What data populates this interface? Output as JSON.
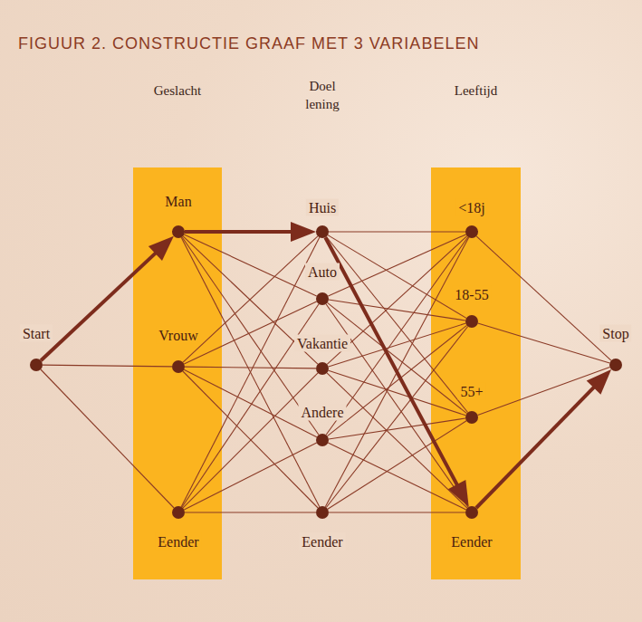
{
  "diagram": {
    "title": "FIGUUR 2. CONSTRUCTIE GRAAF MET 3 VARIABELEN",
    "nodes": [
      {
        "text": [
          "Start"
        ]
      },
      {
        "text": [
          "Geslacht"
        ]
      },
      {
        "text": [
          "Man"
        ],
        "in": 1
      },
      {
        "text": [
          "Vrouw"
        ],
        "in": 1
      },
      {
        "text": [
          "Eender"
        ],
        "in": 1
      },
      {
        "text": [
          "Huis"
        ]
      },
      {
        "text": [
          "Auto"
        ]
      },
      {
        "text": [
          "Vakantie"
        ]
      },
      {
        "text": [
          "Andere"
        ]
      },
      {
        "text": [
          "Eender"
        ]
      },
      {
        "text": [
          "Leeftijd"
        ]
      },
      {
        "text": [
          "<18j"
        ],
        "in": 10
      },
      {
        "text": [
          "18-55"
        ],
        "in": 10
      },
      {
        "text": [
          "55+"
        ],
        "in": 10
      },
      {
        "text": [
          "Eender"
        ],
        "in": 10
      },
      {
        "text": [
          "Stop"
        ]
      }
    ],
    "edges": [
      {
        "from": 0,
        "to": 2,
        "arrow": "to"
      },
      {
        "from": 0,
        "to": 3,
        "arrow": "none"
      },
      {
        "from": 0,
        "to": 4,
        "arrow": "none"
      },
      {
        "from": 2,
        "to": 5,
        "arrow": "to"
      },
      {
        "from": 2,
        "to": 6,
        "arrow": "none"
      },
      {
        "from": 2,
        "to": 7,
        "arrow": "none"
      },
      {
        "from": 2,
        "to": 8,
        "arrow": "none"
      },
      {
        "from": 2,
        "to": 9,
        "arrow": "none"
      },
      {
        "from": 3,
        "to": 5,
        "arrow": "none"
      },
      {
        "from": 3,
        "to": 6,
        "arrow": "none"
      },
      {
        "from": 3,
        "to": 7,
        "arrow": "none"
      },
      {
        "from": 3,
        "to": 8,
        "arrow": "none"
      },
      {
        "from": 3,
        "to": 9,
        "arrow": "none"
      },
      {
        "from": 4,
        "to": 5,
        "arrow": "none"
      },
      {
        "from": 4,
        "to": 6,
        "arrow": "none"
      },
      {
        "from": 4,
        "to": 7,
        "arrow": "none"
      },
      {
        "from": 4,
        "to": 8,
        "arrow": "none"
      },
      {
        "from": 4,
        "to": 9,
        "arrow": "none"
      },
      {
        "from": 5,
        "to": 11,
        "arrow": "none"
      },
      {
        "from": 5,
        "to": 12,
        "arrow": "none"
      },
      {
        "from": 5,
        "to": 13,
        "arrow": "none"
      },
      {
        "from": 5,
        "to": 14,
        "arrow": "to"
      },
      {
        "from": 6,
        "to": 11,
        "arrow": "none"
      },
      {
        "from": 6,
        "to": 12,
        "arrow": "none"
      },
      {
        "from": 6,
        "to": 13,
        "arrow": "none"
      },
      {
        "from": 6,
        "to": 14,
        "arrow": "none"
      },
      {
        "from": 7,
        "to": 11,
        "arrow": "none"
      },
      {
        "from": 7,
        "to": 12,
        "arrow": "none"
      },
      {
        "from": 7,
        "to": 13,
        "arrow": "none"
      },
      {
        "from": 7,
        "to": 14,
        "arrow": "none"
      },
      {
        "from": 8,
        "to": 11,
        "arrow": "none"
      },
      {
        "from": 8,
        "to": 12,
        "arrow": "none"
      },
      {
        "from": 8,
        "to": 13,
        "arrow": "none"
      },
      {
        "from": 8,
        "to": 14,
        "arrow": "none"
      },
      {
        "from": 9,
        "to": 11,
        "arrow": "none"
      },
      {
        "from": 9,
        "to": 12,
        "arrow": "none"
      },
      {
        "from": 9,
        "to": 13,
        "arrow": "none"
      },
      {
        "from": 9,
        "to": 14,
        "arrow": "none"
      },
      {
        "from": 11,
        "to": 15,
        "arrow": "none"
      },
      {
        "from": 12,
        "to": 15,
        "arrow": "none"
      },
      {
        "from": 13,
        "to": 15,
        "arrow": "none"
      },
      {
        "from": 14,
        "to": 15,
        "arrow": "to"
      }
    ],
    "labels": [
      "Doel lening"
    ]
  }
}
